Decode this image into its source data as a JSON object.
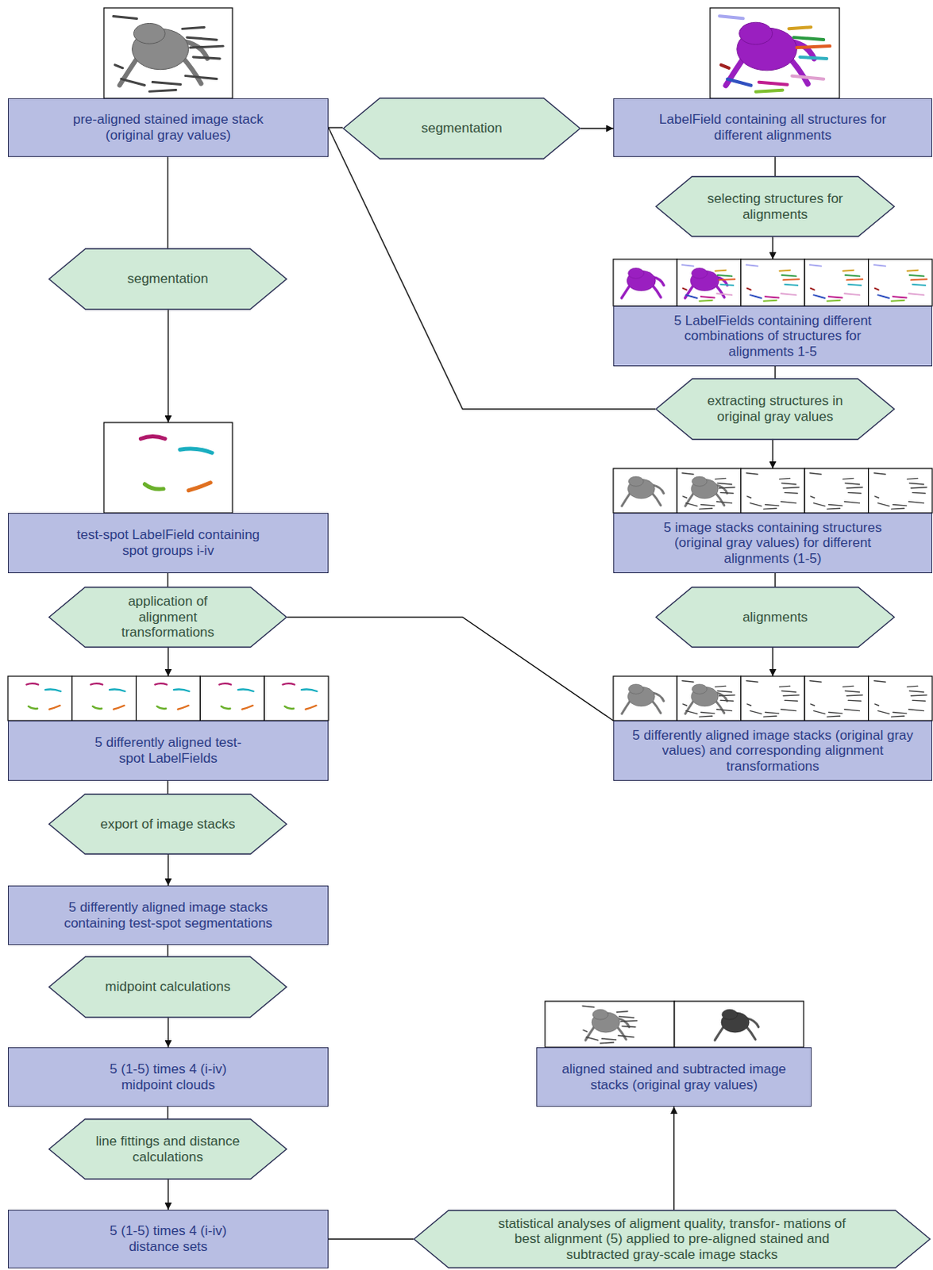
{
  "diagram": {
    "nodes": [
      {
        "text": [
          "pre-aligned stained image stack (original gray values)"
        ]
      },
      {
        "text": [
          "segmentation"
        ]
      },
      {
        "text": [
          "LabelField containing all structures for different alignments"
        ]
      },
      {
        "text": [
          "selecting structures for alignments"
        ]
      },
      {
        "text": [
          "5 LabelFields containing different combinations of structures for alignments 1-5"
        ]
      },
      {
        "text": [
          "extracting structures in original gray values"
        ]
      },
      {
        "text": [
          "5 image stacks containing structures (original gray values) for different alignments (1-5)"
        ]
      },
      {
        "text": [
          "alignments"
        ]
      },
      {
        "text": [
          "5 differently aligned image stacks (original gray values) and corresponding alignment transformations"
        ]
      },
      {
        "text": [
          "segmentation"
        ]
      },
      {
        "text": [
          "test-spot LabelField containing spot groups i-iv"
        ]
      },
      {
        "text": [
          "application of alignment transformations"
        ]
      },
      {
        "text": [
          "5 differently aligned test-spot LabelFields"
        ]
      },
      {
        "text": [
          "export of image stacks"
        ]
      },
      {
        "text": [
          "5 differently aligned image stacks containing test-spot segmentations"
        ]
      },
      {
        "text": [
          "midpoint calculations"
        ]
      },
      {
        "text": [
          "5 (1-5) times 4 (i-iv) midpoint clouds"
        ]
      },
      {
        "text": [
          "line fittings and distance calculations"
        ]
      },
      {
        "text": [
          "5 (1-5) times 4 (i-iv) distance sets"
        ]
      },
      {
        "text": [
          "aligned stained and subtracted image stacks (original gray values)"
        ]
      },
      {
        "text": [
          "statistical analyses of aligment quality, transfor- mations of best alignment (5) applied to pre-aligned stained and subtracted gray-scale image stacks"
        ]
      }
    ],
    "edges": [
      {
        "from": 0,
        "to": 1,
        "arrow": "none"
      },
      {
        "from": 1,
        "to": 2,
        "arrow": "to"
      },
      {
        "from": 2,
        "to": 3,
        "arrow": "none"
      },
      {
        "from": 3,
        "to": 4,
        "arrow": "to"
      },
      {
        "from": 4,
        "to": 5,
        "arrow": "none"
      },
      {
        "from": 0,
        "to": 5,
        "arrow": "none"
      },
      {
        "from": 5,
        "to": 6,
        "arrow": "to"
      },
      {
        "from": 6,
        "to": 7,
        "arrow": "none"
      },
      {
        "from": 7,
        "to": 8,
        "arrow": "to"
      },
      {
        "from": 0,
        "to": 9,
        "arrow": "none"
      },
      {
        "from": 9,
        "to": 10,
        "arrow": "to"
      },
      {
        "from": 10,
        "to": 11,
        "arrow": "none"
      },
      {
        "from": 8,
        "to": 11,
        "arrow": "none"
      },
      {
        "from": 11,
        "to": 12,
        "arrow": "to"
      },
      {
        "from": 12,
        "to": 13,
        "arrow": "none"
      },
      {
        "from": 13,
        "to": 14,
        "arrow": "to"
      },
      {
        "from": 14,
        "to": 15,
        "arrow": "none"
      },
      {
        "from": 15,
        "to": 16,
        "arrow": "to"
      },
      {
        "from": 16,
        "to": 17,
        "arrow": "none"
      },
      {
        "from": 17,
        "to": 18,
        "arrow": "to"
      },
      {
        "from": 18,
        "to": 20,
        "arrow": "none"
      },
      {
        "from": 20,
        "to": 19,
        "arrow": "to"
      }
    ]
  }
}
